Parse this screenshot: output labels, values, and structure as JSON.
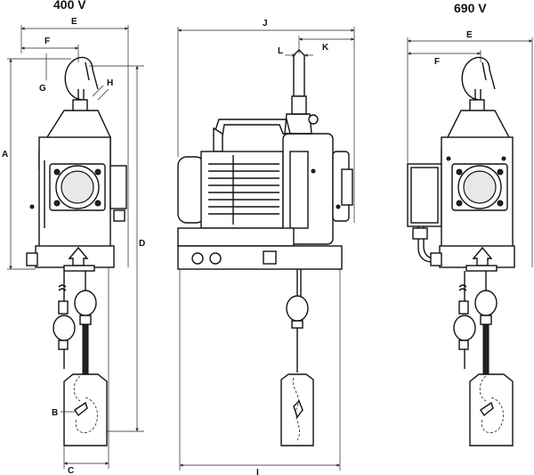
{
  "titles": {
    "left": "400 V",
    "right": "690 V"
  },
  "labels": {
    "A": "A",
    "B": "B",
    "C": "C",
    "D": "D",
    "E": "E",
    "F": "F",
    "G": "G",
    "H": "H",
    "I": "I",
    "J": "J",
    "K": "K",
    "L": "L"
  },
  "colors": {
    "line": "#111111",
    "background": "#ffffff"
  }
}
